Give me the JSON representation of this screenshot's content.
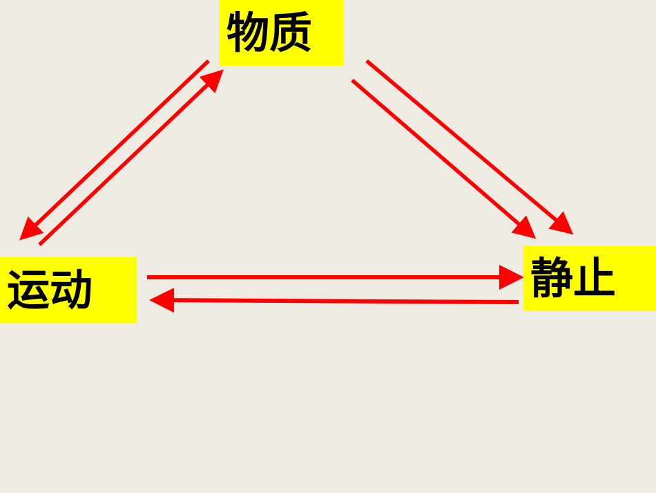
{
  "diagram": {
    "nodes": {
      "matter": {
        "label": "物质"
      },
      "motion": {
        "label": "运动"
      },
      "rest": {
        "label": "静止"
      }
    },
    "edges": [
      {
        "from": "物质",
        "to": "运动"
      },
      {
        "from": "运动",
        "to": "物质"
      },
      {
        "from": "物质",
        "to": "静止"
      },
      {
        "from": "物质",
        "to": "静止"
      },
      {
        "from": "运动",
        "to": "静止"
      },
      {
        "from": "静止",
        "to": "运动"
      }
    ],
    "colors": {
      "background": "#eeebe2",
      "node_fill": "#ffff00",
      "arrow": "#ff0000",
      "text": "#000000"
    }
  }
}
